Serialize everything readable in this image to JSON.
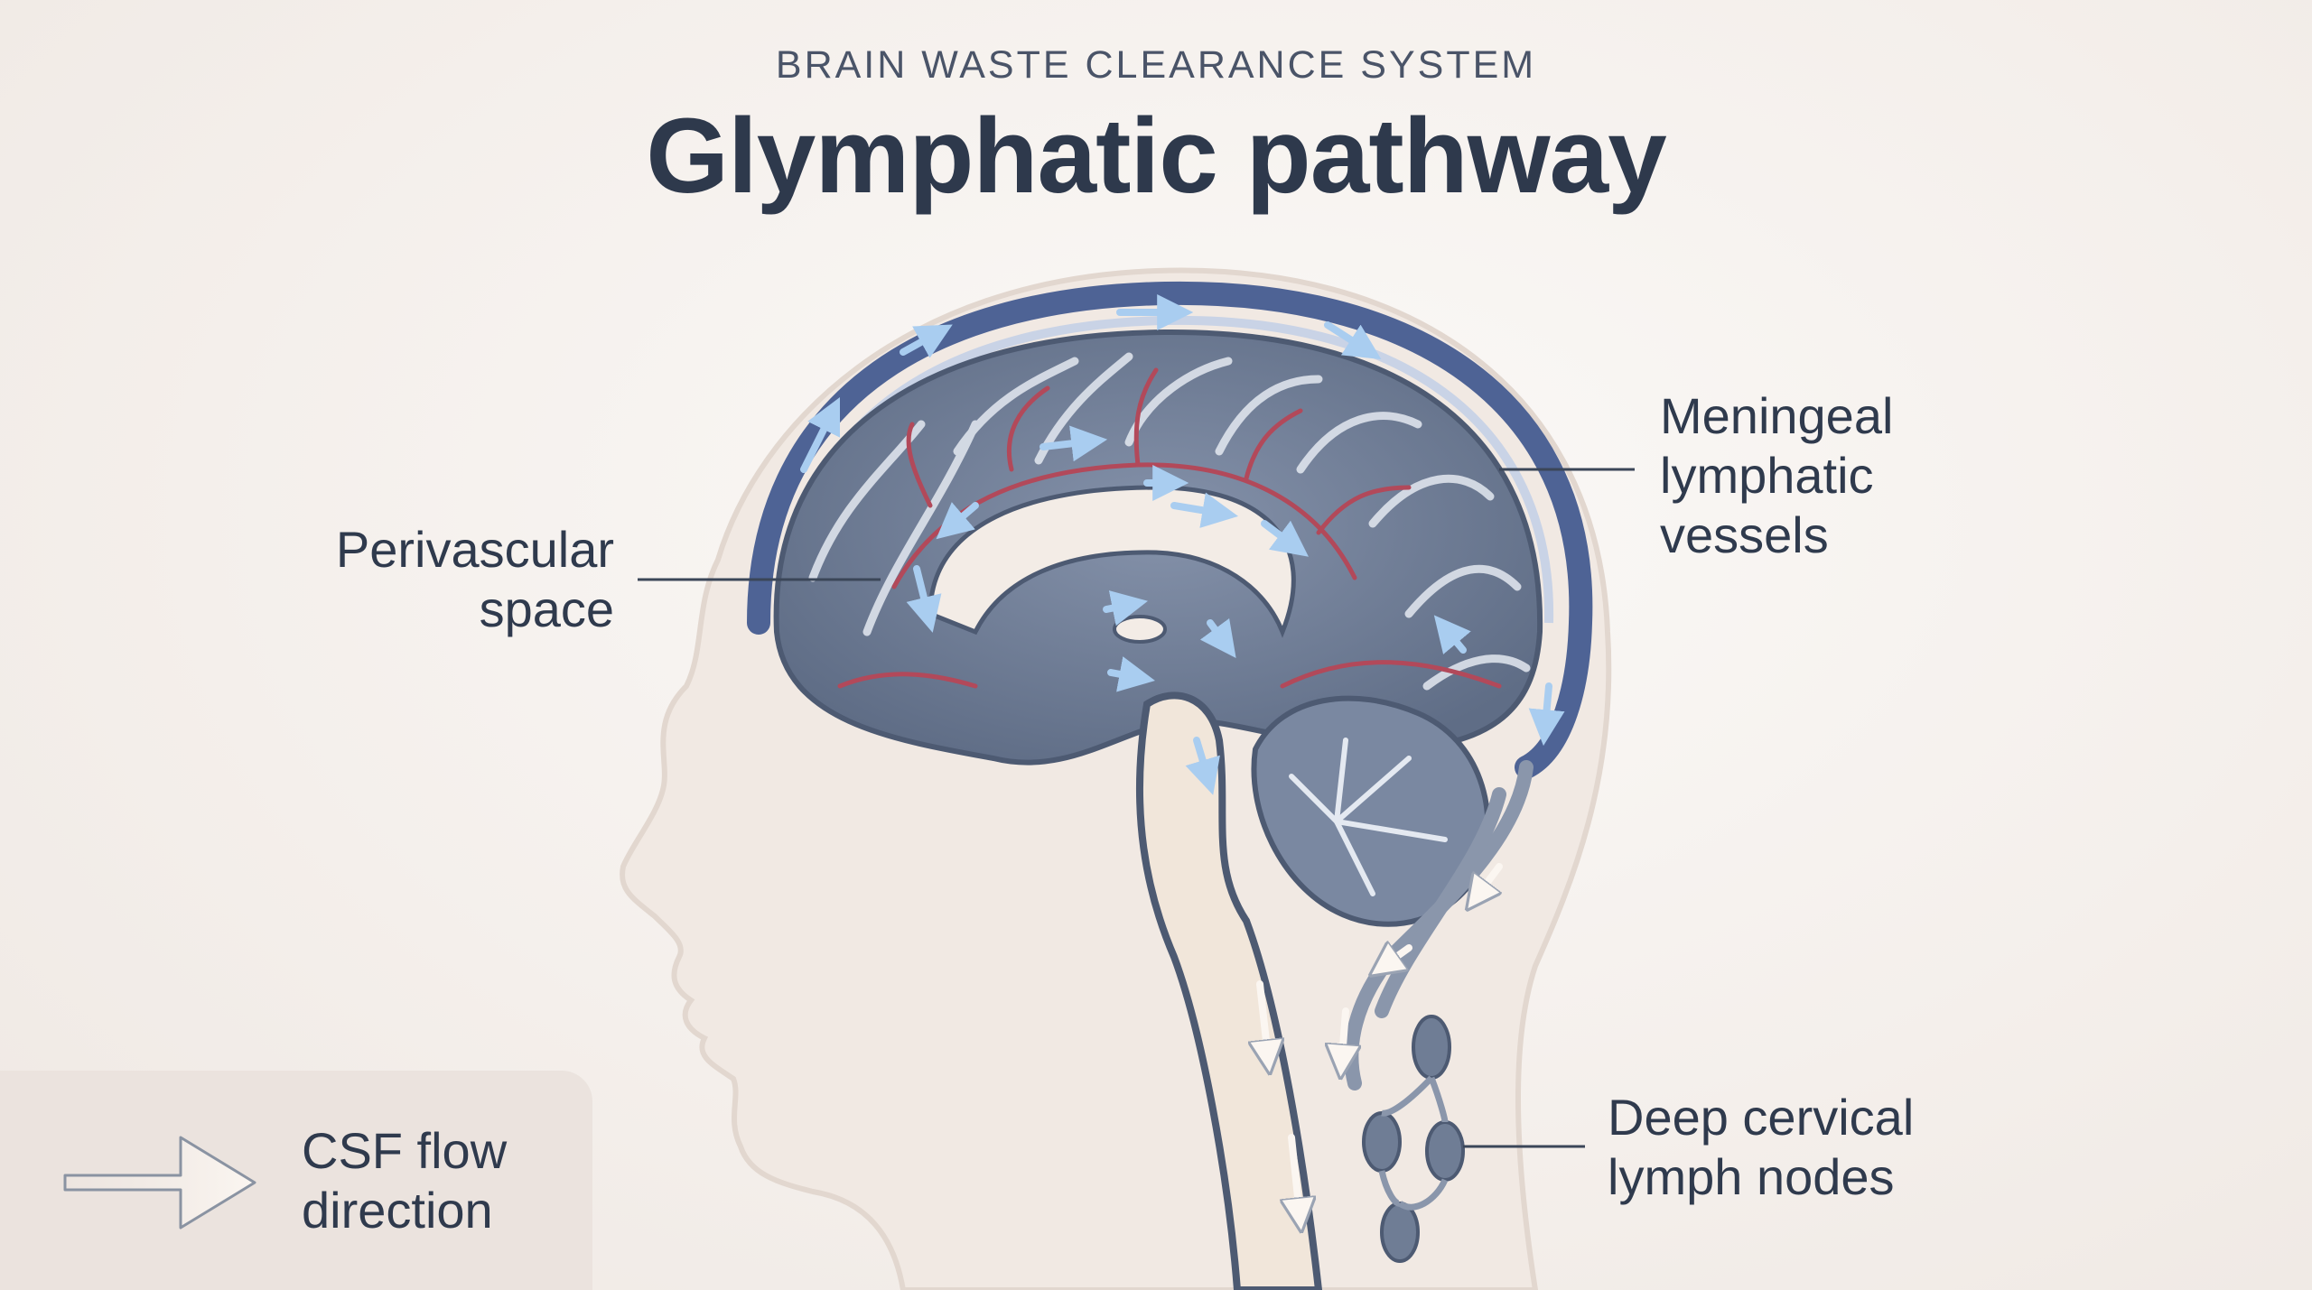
{
  "header": {
    "kicker": "BRAIN WASTE CLEARANCE SYSTEM",
    "title": "Glymphatic pathway"
  },
  "labels": {
    "perivascular": [
      "Perivascular",
      "space"
    ],
    "meningeal": [
      "Meningeal",
      "lymphatic",
      "vessels"
    ],
    "lymph_nodes": [
      "Deep cervical",
      "lymph nodes"
    ]
  },
  "legend": {
    "text": [
      "CSF flow",
      "direction"
    ],
    "icon": "arrow-right-icon"
  },
  "colors": {
    "background": "#f4efeb",
    "head_silhouette": "#f1e9e3",
    "brain_tissue": "#6f7d95",
    "meningeal_vessel": "#4e6395",
    "blood_vessel": "#b2495a",
    "csf_arrow": "#9dc2e8",
    "text": "#2f3a4d"
  }
}
